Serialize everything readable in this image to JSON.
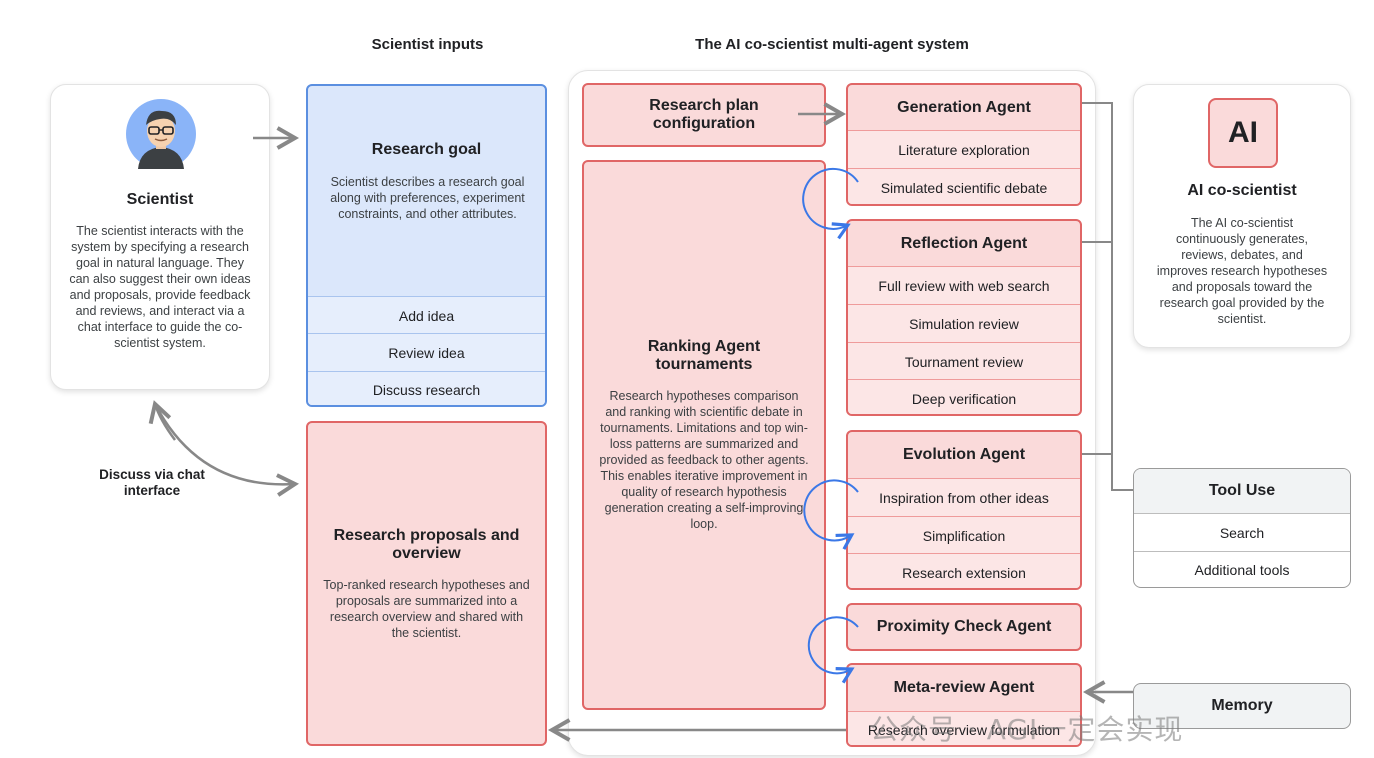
{
  "headings": {
    "scientist_inputs": "Scientist inputs",
    "system": "The AI co-scientist multi-agent system"
  },
  "scientist": {
    "title": "Scientist",
    "description": "The scientist interacts with the system by specifying a research goal in natural language. They can also suggest their own ideas and proposals, provide feedback and reviews, and interact via a chat interface to guide the co-scientist system."
  },
  "chat_label": "Discuss via chat interface",
  "research_goal": {
    "title": "Research goal",
    "description": "Scientist describes a research goal along with preferences, experiment constraints, and other attributes.",
    "items": [
      "Add idea",
      "Review idea",
      "Discuss research"
    ]
  },
  "proposals": {
    "title": "Research proposals and overview",
    "description": "Top-ranked research hypotheses and proposals are summarized into a research overview and shared with the scientist."
  },
  "plan_config": {
    "title": "Research plan configuration"
  },
  "ranking": {
    "title": "Ranking Agent tournaments",
    "description": "Research hypotheses comparison and ranking with scientific debate in tournaments. Limitations and top win-loss patterns are summarized and provided as feedback to other agents. This enables iterative improvement in quality of research hypothesis generation creating a self-improving loop."
  },
  "generation": {
    "title": "Generation Agent",
    "items": [
      "Literature exploration",
      "Simulated scientific debate"
    ]
  },
  "reflection": {
    "title": "Reflection Agent",
    "items": [
      "Full review with web search",
      "Simulation review",
      "Tournament review",
      "Deep verification"
    ]
  },
  "evolution": {
    "title": "Evolution Agent",
    "items": [
      "Inspiration from other ideas",
      "Simplification",
      "Research extension"
    ]
  },
  "proximity": {
    "title": "Proximity Check Agent"
  },
  "meta_review": {
    "title": "Meta-review Agent",
    "items": [
      "Research overview formulation"
    ]
  },
  "ai": {
    "logo": "AI",
    "title": "AI co-scientist",
    "description": "The AI co-scientist continuously generates, reviews, debates, and improves research hypotheses and proposals toward the research goal provided by the scientist."
  },
  "tool_use": {
    "title": "Tool Use",
    "items": [
      "Search",
      "Additional tools"
    ]
  },
  "memory": {
    "title": "Memory"
  },
  "watermark": "公众号 · AGI一定会实现",
  "colors": {
    "red_fill": "#fadada",
    "red_border": "#e06666",
    "blue_fill": "#dbe7fb",
    "blue_border": "#5b8fe0",
    "loop_arrow": "#3b78e7"
  },
  "icons": [
    "scientist-avatar-icon",
    "ai-logo-icon"
  ]
}
